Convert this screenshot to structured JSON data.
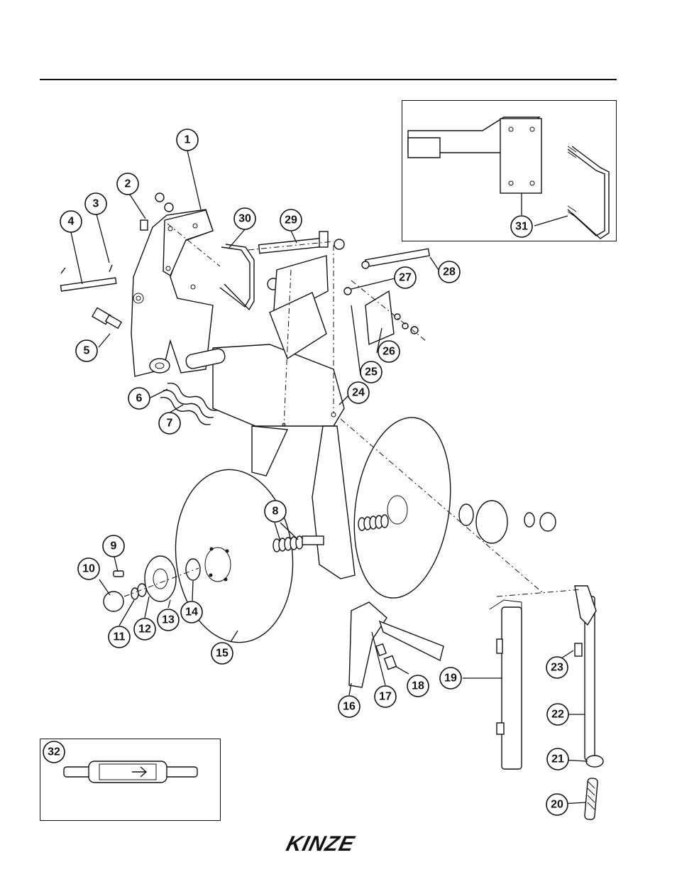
{
  "brand": {
    "logo_text": "KINZE"
  },
  "callouts": [
    {
      "id": "1",
      "label": "1"
    },
    {
      "id": "2",
      "label": "2"
    },
    {
      "id": "3",
      "label": "3"
    },
    {
      "id": "4",
      "label": "4"
    },
    {
      "id": "5",
      "label": "5"
    },
    {
      "id": "6",
      "label": "6"
    },
    {
      "id": "7",
      "label": "7"
    },
    {
      "id": "8",
      "label": "8"
    },
    {
      "id": "9",
      "label": "9"
    },
    {
      "id": "10",
      "label": "10"
    },
    {
      "id": "11",
      "label": "11"
    },
    {
      "id": "12",
      "label": "12"
    },
    {
      "id": "13",
      "label": "13"
    },
    {
      "id": "14",
      "label": "14"
    },
    {
      "id": "15",
      "label": "15"
    },
    {
      "id": "16",
      "label": "16"
    },
    {
      "id": "17",
      "label": "17"
    },
    {
      "id": "18",
      "label": "18"
    },
    {
      "id": "19",
      "label": "19"
    },
    {
      "id": "20",
      "label": "20"
    },
    {
      "id": "21",
      "label": "21"
    },
    {
      "id": "22",
      "label": "22"
    },
    {
      "id": "23",
      "label": "23"
    },
    {
      "id": "24",
      "label": "24"
    },
    {
      "id": "25",
      "label": "25"
    },
    {
      "id": "26",
      "label": "26"
    },
    {
      "id": "27",
      "label": "27"
    },
    {
      "id": "28",
      "label": "28"
    },
    {
      "id": "29",
      "label": "29"
    },
    {
      "id": "30",
      "label": "30"
    },
    {
      "id": "31",
      "label": "31"
    },
    {
      "id": "32",
      "label": "32"
    }
  ]
}
